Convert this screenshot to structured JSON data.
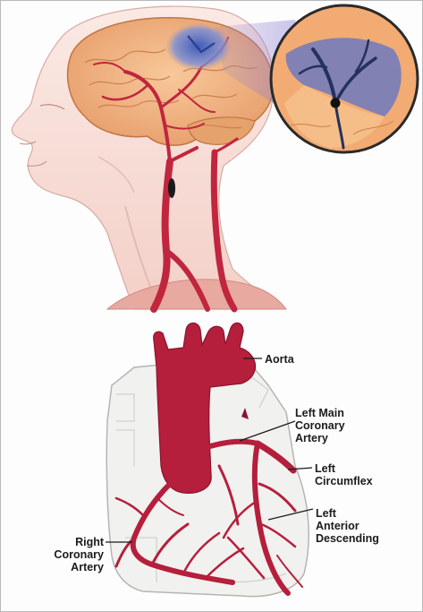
{
  "labels": {
    "aorta": "Aorta",
    "left_main_coronary": [
      "Left Main",
      "Coronary",
      "Artery"
    ],
    "left_circumflex": [
      "Left",
      "Circumflex"
    ],
    "left_anterior_descending": [
      "Left",
      "Anterior",
      "Descending"
    ],
    "right_coronary": [
      "Right",
      "Coronary",
      "Artery"
    ]
  },
  "colors": {
    "artery_red": "#c0263e",
    "brain_orange": "#efb07c",
    "clot_blue": "#4a6fc4",
    "skin": "#f6ddd6"
  },
  "icons": {
    "blood_clot": "clot-marker-icon"
  }
}
